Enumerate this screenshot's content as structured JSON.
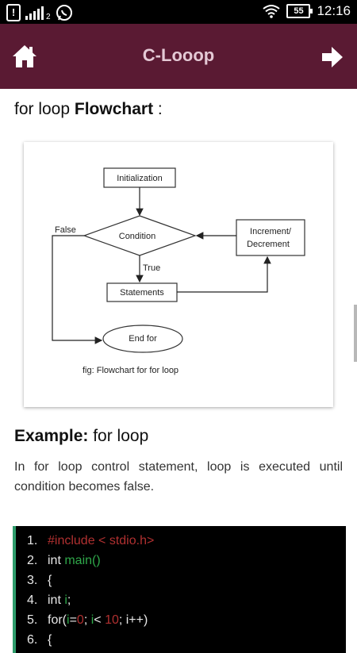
{
  "status_bar": {
    "alert_glyph": "!",
    "sim_label": "2",
    "battery_level": "55",
    "time": "12:16"
  },
  "app_bar": {
    "title": "C-Looop",
    "home_icon": "home-icon",
    "forward_icon": "arrow-right-icon",
    "color": "#5a1a33"
  },
  "section1": {
    "heading_plain": "for loop ",
    "heading_bold": "Flowchart",
    "heading_suffix": " :"
  },
  "flowchart": {
    "initialization": "Initialization",
    "condition": "Condition",
    "increment_line1": "Increment/",
    "increment_line2": "Decrement",
    "statements": "Statements",
    "end_for": "End for",
    "false_label": "False",
    "true_label": "True",
    "caption": "fig: Flowchart for for loop"
  },
  "section2": {
    "heading_bold": "Example:",
    "heading_plain": " for loop",
    "paragraph": "In for loop control statement, loop is executed until condition becomes false."
  },
  "code": {
    "lines": [
      {
        "num": "1.",
        "parts": [
          {
            "t": "#include ",
            "c": "red"
          },
          {
            "t": "< stdio.h>",
            "c": "red"
          }
        ]
      },
      {
        "num": "2.",
        "parts": [
          {
            "t": "int ",
            "c": ""
          },
          {
            "t": "main()",
            "c": "green"
          }
        ]
      },
      {
        "num": "3.",
        "parts": [
          {
            "t": "{",
            "c": ""
          }
        ]
      },
      {
        "num": "4.",
        "parts": [
          {
            "t": "int ",
            "c": ""
          },
          {
            "t": "i",
            "c": "green"
          },
          {
            "t": ";",
            "c": ""
          }
        ]
      },
      {
        "num": "5.",
        "parts": [
          {
            "t": "for(",
            "c": ""
          },
          {
            "t": "i",
            "c": "green"
          },
          {
            "t": "=",
            "c": ""
          },
          {
            "t": "0",
            "c": "red"
          },
          {
            "t": "; ",
            "c": ""
          },
          {
            "t": "i",
            "c": "green"
          },
          {
            "t": "< ",
            "c": ""
          },
          {
            "t": "10",
            "c": "red"
          },
          {
            "t": "; i++)",
            "c": ""
          }
        ]
      },
      {
        "num": "6.",
        "parts": [
          {
            "t": "{",
            "c": ""
          }
        ]
      }
    ]
  }
}
